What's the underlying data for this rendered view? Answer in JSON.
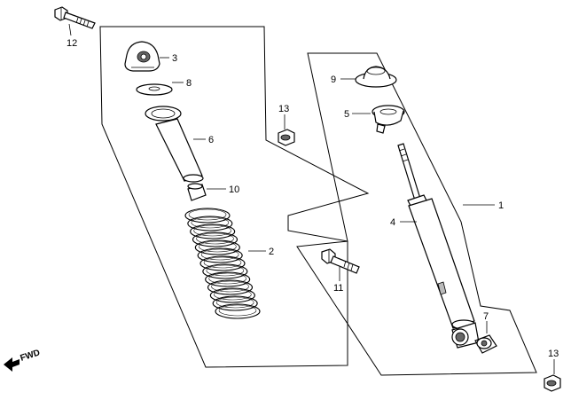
{
  "diagram": {
    "direction_label": "FWD",
    "callouts": [
      {
        "id": "c12",
        "text": "12"
      },
      {
        "id": "c3",
        "text": "3"
      },
      {
        "id": "c8",
        "text": "8"
      },
      {
        "id": "c6",
        "text": "6"
      },
      {
        "id": "c10",
        "text": "10"
      },
      {
        "id": "c2",
        "text": "2"
      },
      {
        "id": "c13a",
        "text": "13"
      },
      {
        "id": "c9",
        "text": "9"
      },
      {
        "id": "c5",
        "text": "5"
      },
      {
        "id": "c1",
        "text": "1"
      },
      {
        "id": "c4",
        "text": "4"
      },
      {
        "id": "c11",
        "text": "11"
      },
      {
        "id": "c7",
        "text": "7"
      },
      {
        "id": "c13b",
        "text": "13"
      }
    ]
  }
}
